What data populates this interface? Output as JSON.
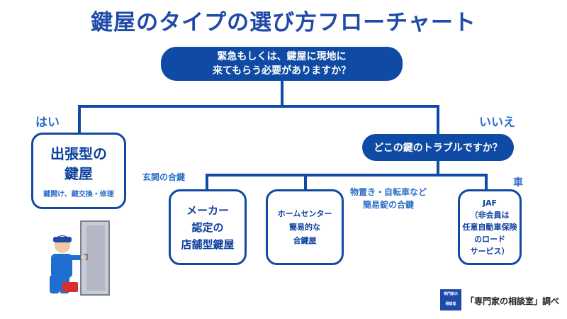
{
  "title": "鍵屋のタイプの選び方フローチャート",
  "q1": {
    "line1": "緊急もしくは、鍵屋に現地に",
    "line2": "来てもらう必要がありますか？"
  },
  "answers": {
    "yes": "はい",
    "no": "いいえ"
  },
  "q2": "どこの鍵のトラブルですか？",
  "branches": {
    "entrance": "玄関の合鍵",
    "misc_line1": "物置き・自転車など",
    "misc_line2": "簡易錠の合鍵",
    "car": "車"
  },
  "results": {
    "dispatch": {
      "line1": "出張型の",
      "line2": "鍵屋",
      "sub": "鍵開け、鍵交換・修理"
    },
    "maker": {
      "line1": "メーカー",
      "line2": "認定の",
      "line3": "店舗型鍵屋"
    },
    "homecenter": {
      "line1": "ホームセンター",
      "line2": "簡易的な",
      "line3": "合鍵屋"
    },
    "jaf": {
      "line1": "JAF",
      "line2": "（非会員は",
      "line3": "任意自動車保険",
      "line4": "のロード",
      "line5": "サービス）"
    }
  },
  "logo": {
    "line1": "専門家の",
    "line2": "相談室"
  },
  "credit": "「専門家の相談室」調べ",
  "colors": {
    "primary": "#0f4aa4",
    "label": "#2f6fca",
    "title": "#1f4aa8"
  }
}
